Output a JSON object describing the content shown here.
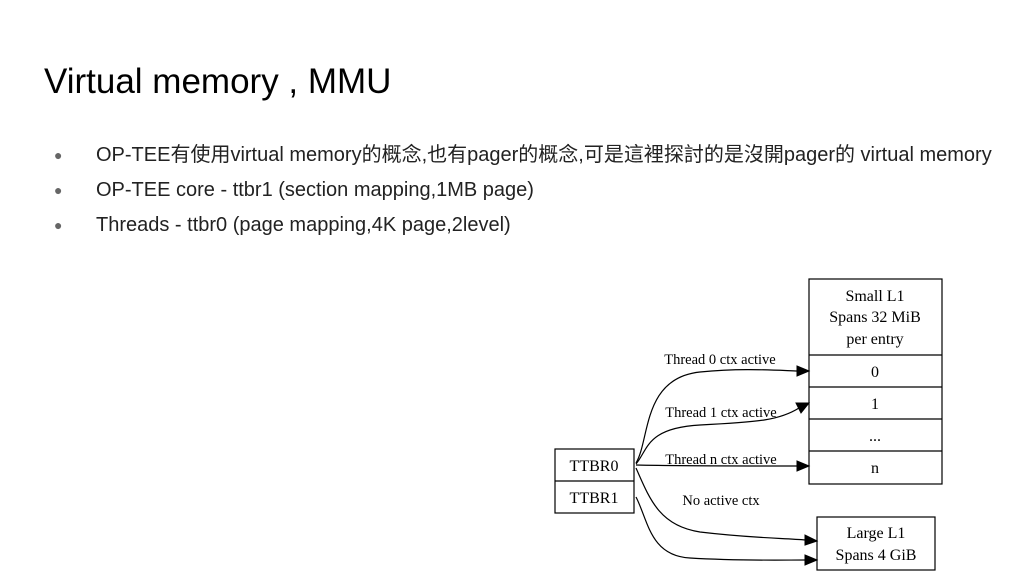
{
  "slide": {
    "title": "Virtual memory , MMU",
    "bullets": [
      "OP-TEE有使用virtual memory的概念,也有pager的概念,可是這裡探討的是沒開pager的 virtual memory",
      "OP-TEE core - ttbr1 (section mapping,1MB page)",
      "Threads - ttbr0 (page mapping,4K page,2level)"
    ]
  },
  "diagram": {
    "ttbr_box": [
      "TTBR0",
      "TTBR1"
    ],
    "small_l1": {
      "header": [
        "Small L1",
        "Spans 32 MiB",
        "per entry"
      ],
      "entries": [
        "0",
        "1",
        "...",
        "n"
      ]
    },
    "large_l1": [
      "Large L1",
      "Spans 4 GiB"
    ],
    "edges": {
      "thread0": "Thread 0 ctx active",
      "thread1": "Thread 1 ctx active",
      "threadn": "Thread n ctx active",
      "no_ctx": "No active ctx"
    }
  }
}
